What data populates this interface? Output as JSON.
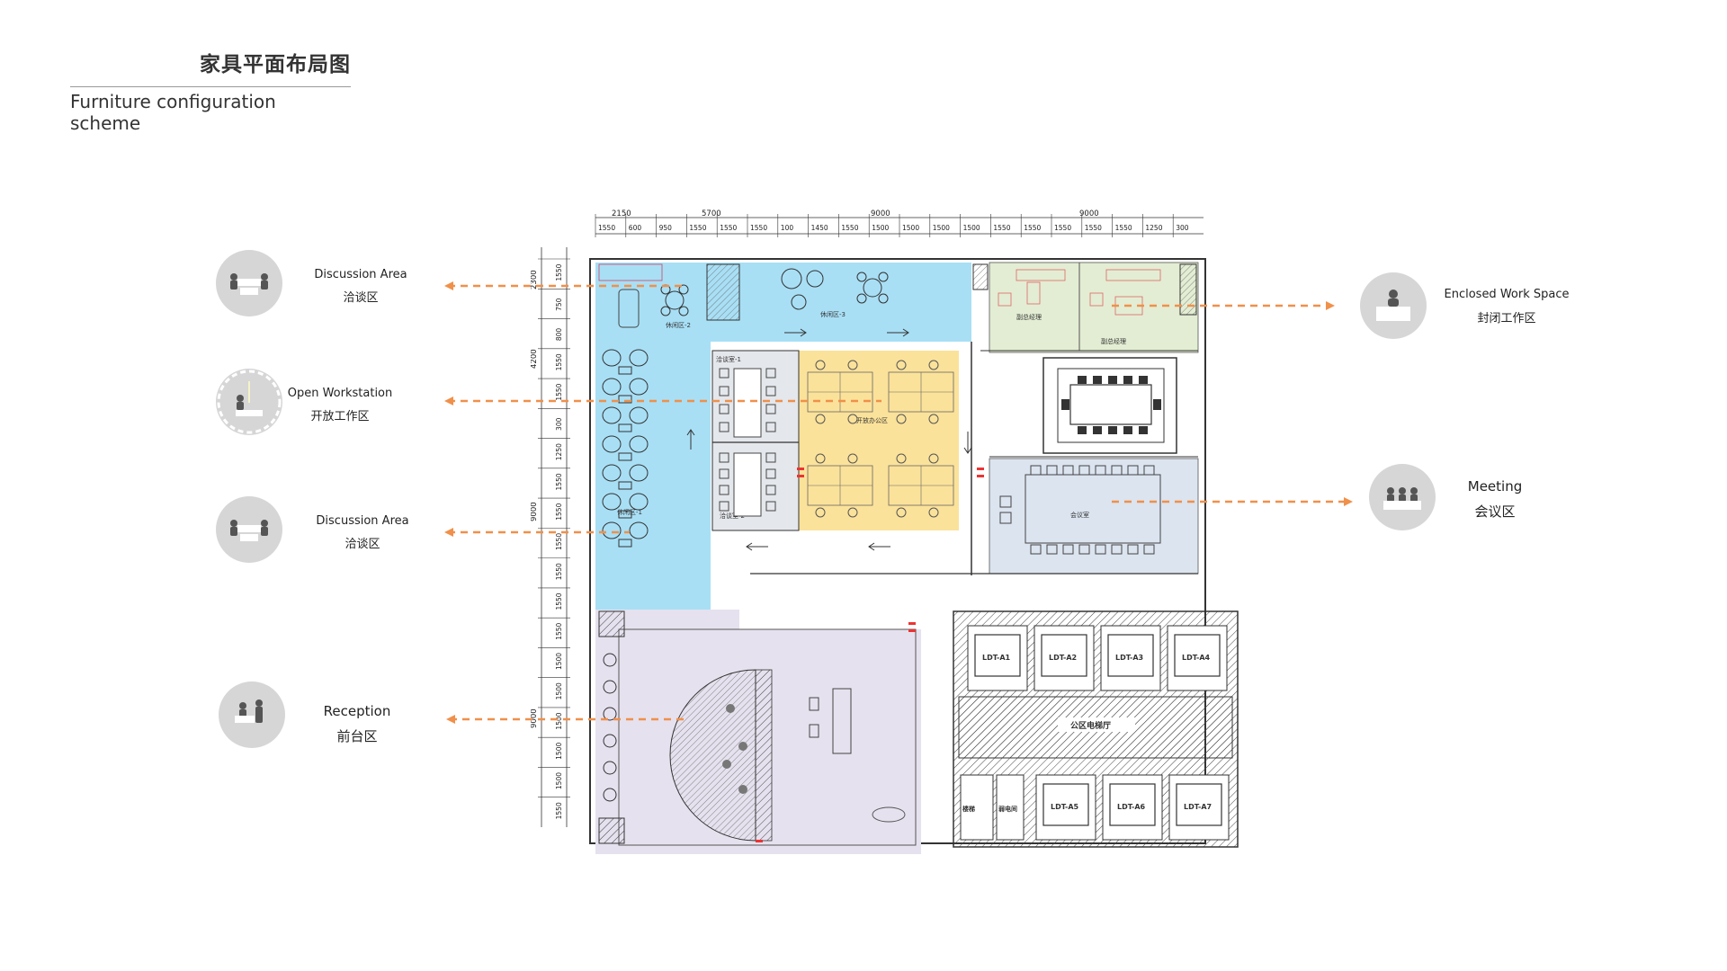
{
  "header": {
    "title_cn": "家具平面布局图",
    "title_en": "Furniture configuration scheme"
  },
  "legend": {
    "discussion_1": {
      "en": "Discussion Area",
      "cn": "洽谈区",
      "icon": "discussion-table-icon"
    },
    "open_work": {
      "en": "Open Workstation",
      "cn": "开放工作区",
      "icon": "workstation-icon"
    },
    "discussion_2": {
      "en": "Discussion Area",
      "cn": "洽谈区",
      "icon": "discussion-table-icon"
    },
    "reception": {
      "en": "Reception",
      "cn": "前台区",
      "icon": "reception-icon"
    },
    "enclosed": {
      "en": "Enclosed Work Space",
      "cn": "封闭工作区",
      "icon": "office-desk-icon"
    },
    "meeting": {
      "en": "Meeting",
      "cn": "会议区",
      "icon": "meeting-icon"
    }
  },
  "plan": {
    "top_dims_major": [
      "2150",
      "5700",
      "9000",
      "9000"
    ],
    "top_dims_minor": [
      "1550",
      "600",
      "950",
      "1550",
      "1550",
      "1550",
      "100",
      "1450",
      "1550",
      "1500",
      "1500",
      "1500",
      "1500",
      "1550",
      "1550",
      "1550",
      "1550",
      "1550",
      "1250",
      "300"
    ],
    "left_dims_major": [
      "2300",
      "4200",
      "9000",
      "9000"
    ],
    "left_dims_minor": [
      "1550",
      "750",
      "800",
      "1550",
      "1550",
      "300",
      "1250",
      "1550",
      "1550",
      "1550",
      "1550",
      "1550",
      "1550",
      "1500",
      "1500",
      "1500",
      "1500",
      "1500",
      "1550"
    ],
    "rooms": {
      "leisure_2": "休闲区-2",
      "leisure_3": "休闲区-3",
      "leisure_1": "休闲区-1",
      "nego_1": "洽谈室-1",
      "nego_2": "洽谈室-2",
      "open_office": "开放办公区",
      "deputy_mgr_1": "副总经理",
      "deputy_mgr_2": "副总经理",
      "meeting_room": "会议室",
      "elevator_hall": "公区电梯厅",
      "stair": "楼梯",
      "elec_room": "弱电间"
    },
    "lifts": [
      "LDT-A1",
      "LDT-A2",
      "LDT-A3",
      "LDT-A4",
      "LDT-A5",
      "LDT-A6",
      "LDT-A7"
    ]
  },
  "colors": {
    "arrow": "#f0904a",
    "blue": "#a8dff5",
    "yellow": "#fbe29a",
    "green": "#e3edd3",
    "meeting_blue": "#dbe4ef",
    "lavender": "#e6e1ee",
    "icon_circle": "#d6d6d6"
  }
}
